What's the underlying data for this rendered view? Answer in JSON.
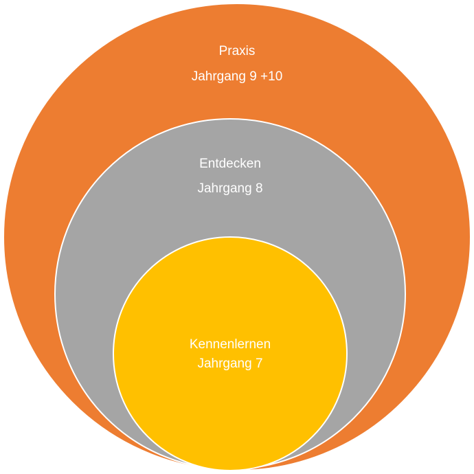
{
  "diagram": {
    "colors": {
      "outer_fill": "#ED7D31",
      "middle_fill": "#A5A5A5",
      "inner_fill": "#FFC000",
      "stroke": "#FFFFFF",
      "text": "#FFFFFF"
    },
    "outer": {
      "line1": "Praxis",
      "line2": "Jahrgang 9 +10"
    },
    "middle": {
      "line1": "Entdecken",
      "line2": "Jahrgang 8"
    },
    "inner": {
      "line1": "Kennenlernen",
      "line2": "Jahrgang 7"
    }
  }
}
